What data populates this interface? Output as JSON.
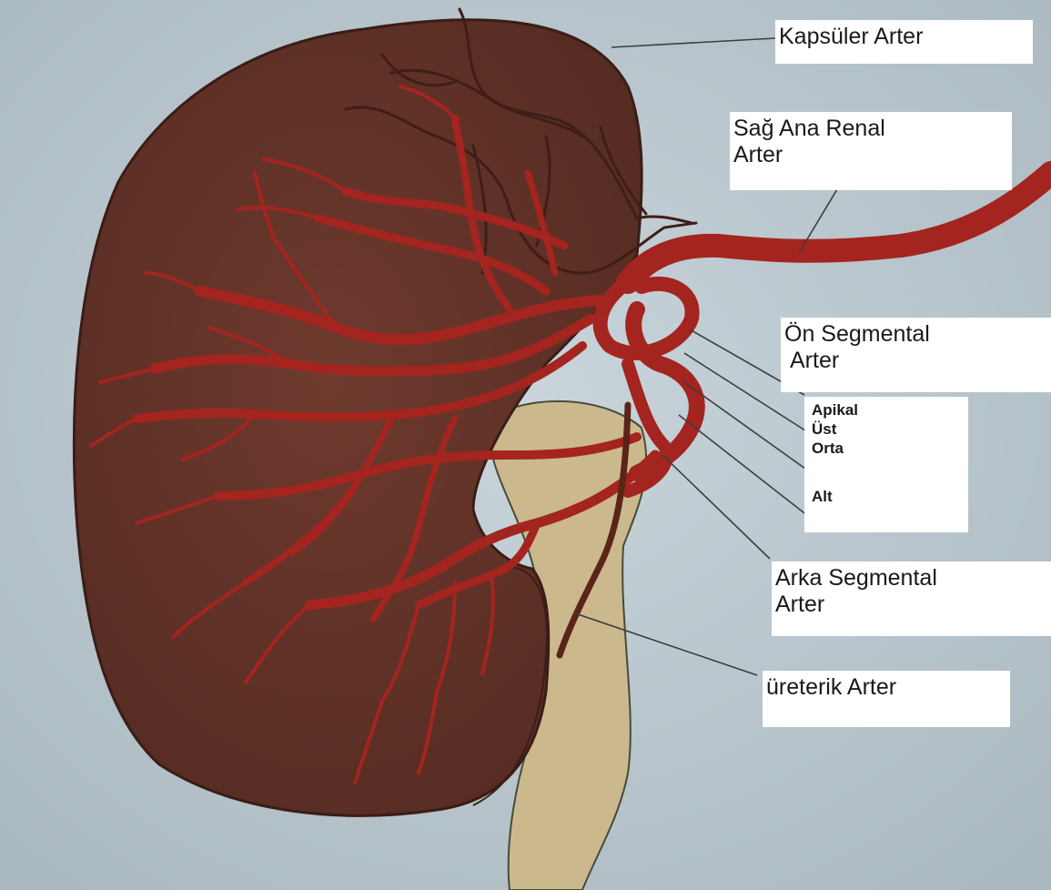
{
  "labels": {
    "kapsuler": [
      "Kapsüler Arter"
    ],
    "sag_ana_renal": [
      "Sağ Ana Renal",
      "Arter"
    ],
    "on_segmental": [
      "Ön Segmental",
      "Arter"
    ],
    "segments": [
      "Apikal",
      "Üst",
      "Orta",
      "Alt"
    ],
    "arka_segmental": [
      "Arka Segmental",
      "Arter"
    ],
    "ureterik": [
      "üreterik Arter"
    ]
  },
  "colors": {
    "background": "#b9c6cd",
    "kidney": "#643428",
    "artery": "#a4241f",
    "ureter": "#cbb88d",
    "leader_line": "#3d3d3d"
  }
}
